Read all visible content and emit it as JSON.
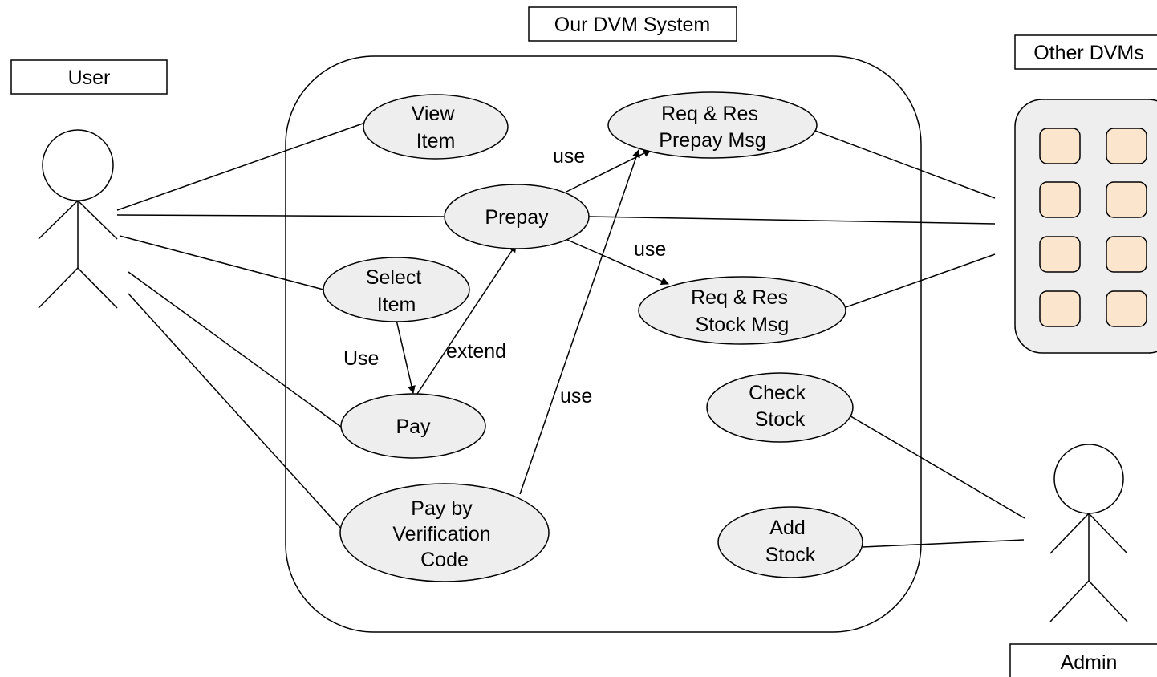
{
  "labels": {
    "system": "Our DVM System",
    "user": "User",
    "other_dvms": "Other DVMs",
    "admin": "Admin"
  },
  "use_cases": {
    "view_item": [
      "View",
      "Item"
    ],
    "prepay": [
      "Prepay"
    ],
    "select_item": [
      "Select",
      "Item"
    ],
    "pay": [
      "Pay"
    ],
    "pay_by_code": [
      "Pay by",
      "Verification",
      "Code"
    ],
    "req_res_prepay": [
      "Req & Res",
      "Prepay Msg"
    ],
    "req_res_stock": [
      "Req & Res",
      "Stock Msg"
    ],
    "check_stock": [
      "Check",
      "Stock"
    ],
    "add_stock": [
      "Add",
      "Stock"
    ]
  },
  "relations": {
    "prepay_to_req_prepay": "use",
    "prepay_to_req_stock": "use",
    "select_to_pay": "Use",
    "pay_to_prepay": "extend",
    "code_to_req_prepay": "use"
  },
  "colors": {
    "use_case_fill": "#eeeeee",
    "dvm_body_fill": "#eeeeee",
    "dvm_slot_fill": "#fce5cd",
    "line": "#000000",
    "background": "#ffffff"
  }
}
